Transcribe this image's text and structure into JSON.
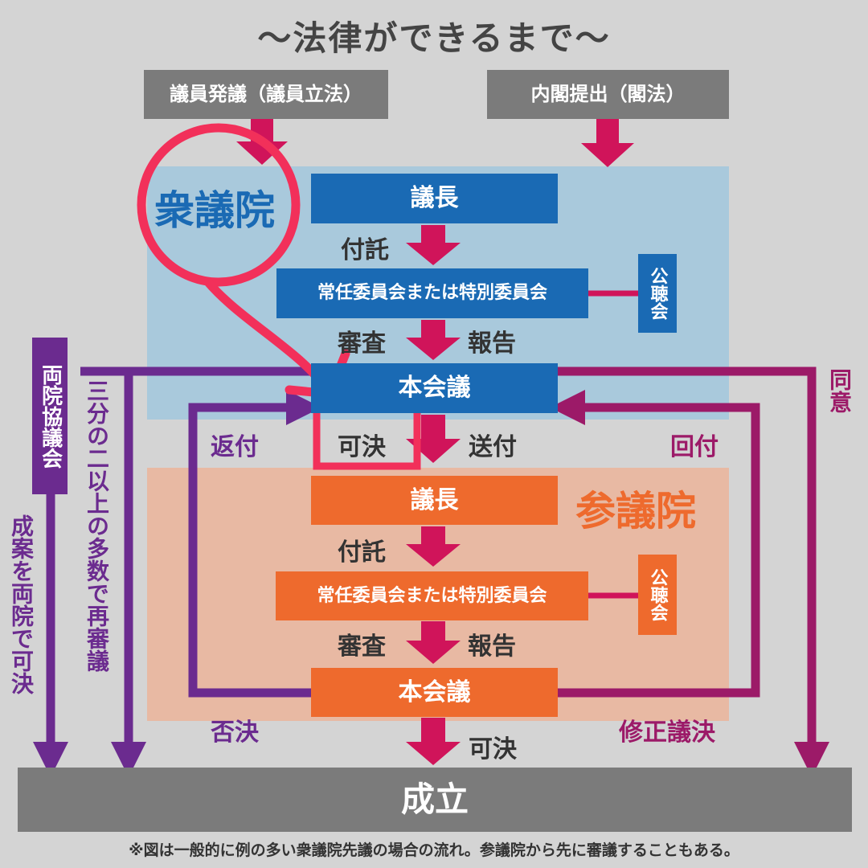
{
  "title": "～法律ができるまで～",
  "origins": {
    "member_bill": "議員発議（議員立法）",
    "cabinet_bill": "内閣提出（閣法）"
  },
  "shugiin": {
    "name": "衆議院",
    "speaker": "議長",
    "refer": "付託",
    "committee": "常任委員会または特別委員会",
    "hearing": "公聴会",
    "review": "審査",
    "report": "報告",
    "plenary": "本会議"
  },
  "sangiin": {
    "name": "参議院",
    "speaker": "議長",
    "refer": "付託",
    "committee": "常任委員会または特別委員会",
    "hearing": "公聴会",
    "review": "審査",
    "report": "報告",
    "plenary": "本会議"
  },
  "flow_labels": {
    "passed_lower": "可決",
    "send": "送付",
    "return": "返付",
    "sent_back": "回付",
    "rejected": "否決",
    "amended": "修正議決",
    "passed_upper": "可決",
    "agree": "同意"
  },
  "side_labels": {
    "joint_committee": "両院協議会",
    "joint_passed": "成案を両院で可決",
    "two_thirds": "三分の二以上の多数で再審議"
  },
  "result": "成立",
  "footnote": "※図は一般的に例の多い衆議院先議の場合の流れ。参議院から先に審議することもある。",
  "colors": {
    "blue": "#1a6ab4",
    "orange": "#ee6a2d",
    "gray": "#7b7b7b",
    "arrow": "#d0145a",
    "purple": "#6b2b8f",
    "magenta": "#9c1a68",
    "highlight": "#f2305a"
  }
}
